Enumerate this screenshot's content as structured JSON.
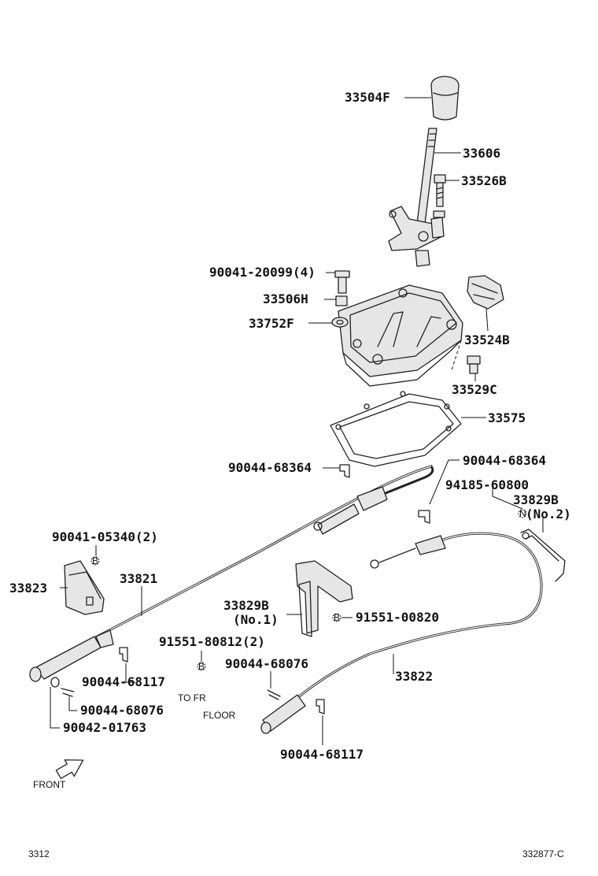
{
  "labels": {
    "knob": "33504F",
    "lever": "33606",
    "bolt_lever": "33526B",
    "bolt_housing": "90041-20099(4)",
    "collar": "33506H",
    "washer": "33752F",
    "bracket_top": "33524B",
    "bolt_bracket": "33529C",
    "gasket": "33575",
    "clip_left": "90044-68364",
    "clip_right": "90044-68364",
    "nut": "94185-60800",
    "bracket_no2": "33829B",
    "bracket_no2_sub": "(No.2)",
    "bolt_33823": "90041-05340(2)",
    "bracket_33823": "33823",
    "cable_33821": "33821",
    "bracket_no1": "33829B",
    "bracket_no1_sub": "(No.1)",
    "bolt_91551_00820": "91551-00820",
    "bolt_91551_80812": "91551-80812(2)",
    "to_fr_floor_1": "TO FR",
    "to_fr_floor_2": "FLOOR",
    "pin_mid": "90044-68076",
    "cable_33822": "33822",
    "clip_68117_left": "90044-68117",
    "pin_left": "90044-68076",
    "washer_left": "90042-01763",
    "clip_68117_bottom": "90044-68117",
    "front": "FRONT",
    "code_left": "3312",
    "code_right": "332877-C",
    "marker_b": "B",
    "marker_n": "N"
  }
}
